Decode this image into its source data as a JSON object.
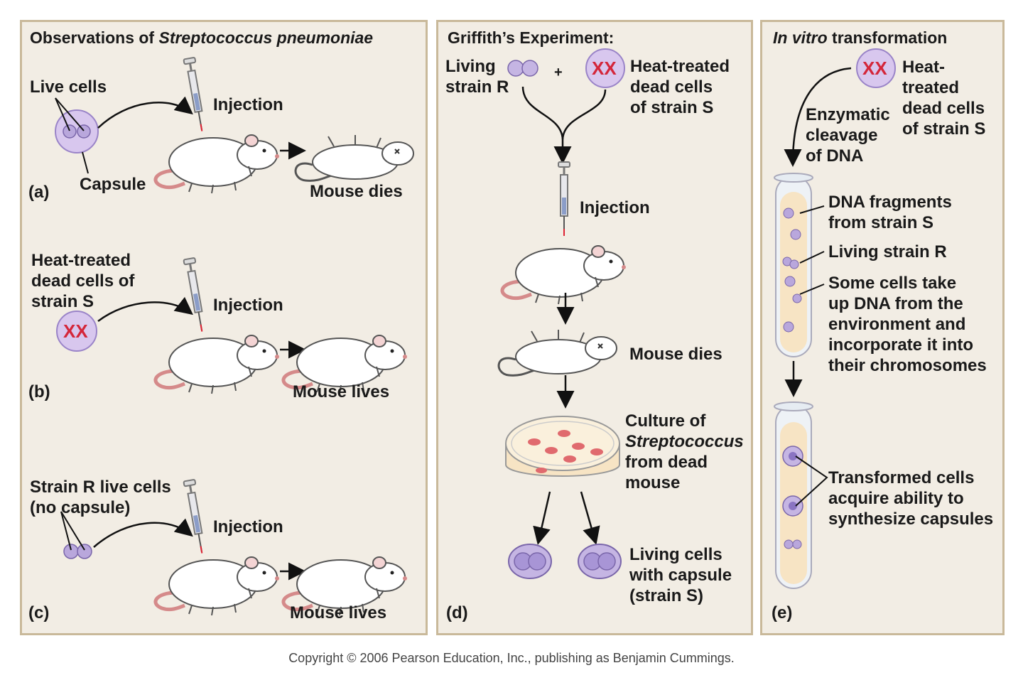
{
  "panels": {
    "left": {
      "title_plain": "Observations of ",
      "title_italic": "Streptococcus pneumoniae",
      "a": {
        "tag": "(a)",
        "cells": "Live cells",
        "capsule": "Capsule",
        "injection": "Injection",
        "outcome": "Mouse dies"
      },
      "b": {
        "tag": "(b)",
        "cells": [
          "Heat-treated",
          "dead cells of",
          "strain S"
        ],
        "injection": "Injection",
        "outcome": "Mouse lives"
      },
      "c": {
        "tag": "(c)",
        "cells": [
          "Strain R live cells",
          "(no capsule)"
        ],
        "injection": "Injection",
        "outcome": "Mouse lives"
      }
    },
    "middle": {
      "title": "Griffith’s Experiment:",
      "living": [
        "Living",
        "strain R"
      ],
      "plus": "+",
      "heat": [
        "Heat-treated",
        "dead cells",
        "of strain S"
      ],
      "injection": "Injection",
      "dies": "Mouse dies",
      "culture": [
        "Culture of",
        "Streptococcus",
        "from dead",
        "mouse"
      ],
      "capsule": [
        "Living cells",
        "with capsule",
        "(strain S)"
      ],
      "tag": "(d)"
    },
    "right": {
      "title_italic": "In vitro",
      "title_plain": " transformation",
      "heat": [
        "Heat-",
        "treated",
        "dead cells",
        "of strain S"
      ],
      "enzymatic": [
        "Enzymatic",
        "cleavage",
        "of DNA"
      ],
      "fragments": [
        "DNA fragments",
        "from strain S"
      ],
      "living_r": "Living strain R",
      "some_cells": [
        "Some cells take",
        "up DNA from the",
        "environment and",
        "incorporate it into",
        "their chromosomes"
      ],
      "transformed": [
        "Transformed cells",
        "acquire ability to",
        "synthesize capsules"
      ],
      "tag": "(e)"
    }
  },
  "xx": "XX",
  "copyright": "Copyright © 2006 Pearson Education, Inc., publishing as Benjamin Cummings.",
  "colors": {
    "panel": "#f2ede4",
    "border": "#c9b99a",
    "cell": "#b9a7dc",
    "xx": "#d4263a",
    "dish_spot": "#e06a6e",
    "tube_fill": "#f7e4c4"
  }
}
